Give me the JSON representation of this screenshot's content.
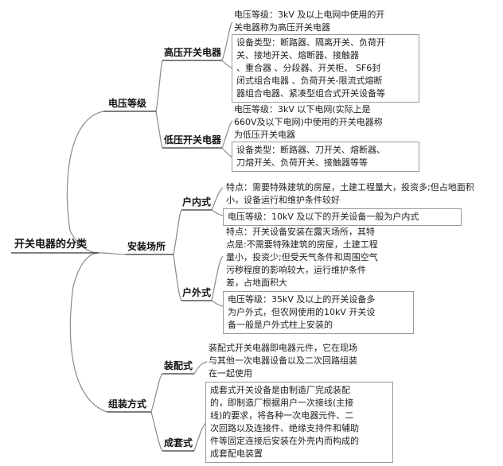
{
  "root": "开关电器的分类",
  "voltage": {
    "label": "电压等级",
    "high": {
      "label": "高压开关电器",
      "def": "电压等级：3kV 及以上电网中使用的开\n关电器称为高压开关电器",
      "types": "设备类型：断路器、隔离开关、负荷开\n关、接地开关、熔断器、接触器\n、重合器 、分段器、开关柜、 SF6封\n闭式组合电器 、负荷开关-限流式熔断\n器组合电器、紧凑型组合式开关设备等"
    },
    "low": {
      "label": "低压开关电器",
      "def": "电压等级：3kV 以下电网(实际上是\n660V及以下电网)中使用的开关电器称\n为低压开关电器",
      "types": "设备类型：断路器、刀开关、熔断器、\n刀熔开关、负荷开关、接触器等等"
    }
  },
  "location": {
    "label": "安装场所",
    "indoor": {
      "label": "户内式",
      "feature": "特点：需要特殊建筑的房屋，土建工程量大，投资多;但占地面积\n小，设备运行和维护条件较好",
      "voltage": "电压等级：10kV 及以下的开关设备一般为户内式"
    },
    "outdoor": {
      "label": "户外式",
      "feature": "特点：开关设备安装在露天场所，其特\n点是:不需要特殊建筑的房屋，土建工程\n量小，投资少;但受天气条件和周围空气\n污秽程度的影响较大，运行维护条件\n差，占地面积大",
      "voltage": "电压等级：35kV 及以上的开关设备多\n为户外式，但农网使用的10kV 开关设\n备一般是户外式柱上安装的"
    }
  },
  "assembly": {
    "label": "组装方式",
    "assembled": {
      "label": "装配式",
      "desc": "装配式开关电器即电器元件，它在现场\n与其他一次电器设备以及二次回路组装\n在一起使用"
    },
    "complete": {
      "label": "成套式",
      "desc": "成套式开关设备是由制造厂完成装配\n的，即制造厂根据用户一次接线(主接\n线)的要求，将各种一次电器元件、二\n次回路以及连接件、绝缘支持件和辅助\n件等固定连接后安装在外壳内而构成的\n成套配电装置"
    }
  }
}
